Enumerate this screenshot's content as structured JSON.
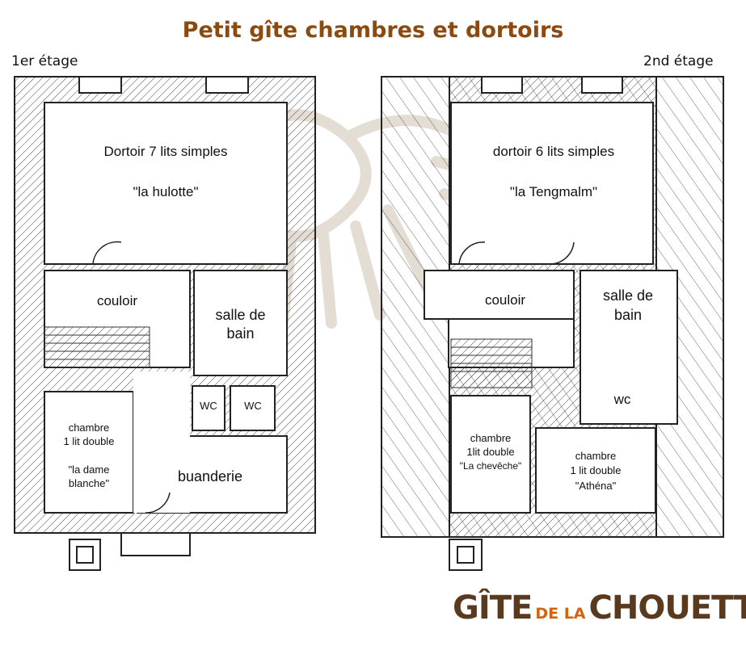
{
  "title": "Petit gîte chambres et dortoirs",
  "floor1": {
    "label": "1er étage",
    "rooms": {
      "dortoir_name": "Dortoir 7 lits simples",
      "dortoir_nick": "\"la hulotte\"",
      "couloir": "couloir",
      "bath_l1": "salle de",
      "bath_l2": "bain",
      "wc_a": "WC",
      "wc_b": "WC",
      "chambre_l1": "chambre",
      "chambre_l2": "1 lit double",
      "chambre_l3": "\"la dame",
      "chambre_l4": "blanche\"",
      "buanderie": "buanderie"
    }
  },
  "floor2": {
    "label": "2nd étage",
    "rooms": {
      "dortoir_name": "dortoir 6 lits simples",
      "dortoir_nick": "\"la Tengmalm\"",
      "couloir": "couloir",
      "bath_l1": "salle de",
      "bath_l2": "bain",
      "wc": "wc",
      "chambre_a_l1": "chambre",
      "chambre_a_l2": "1lit double",
      "chambre_a_l3": "\"La chevêche\"",
      "chambre_b_l1": "chambre",
      "chambre_b_l2": "1 lit double",
      "chambre_b_l3": "\"Athéna\""
    }
  },
  "logo": {
    "part1": "GÎTE",
    "part2": "DE LA",
    "part3": "CHOUETTE"
  },
  "colors": {
    "title": "#8b4a10",
    "logo_dark": "#5a3a1e",
    "logo_accent": "#d8620a",
    "line": "#222222",
    "watermark": "#e4ddd4"
  }
}
